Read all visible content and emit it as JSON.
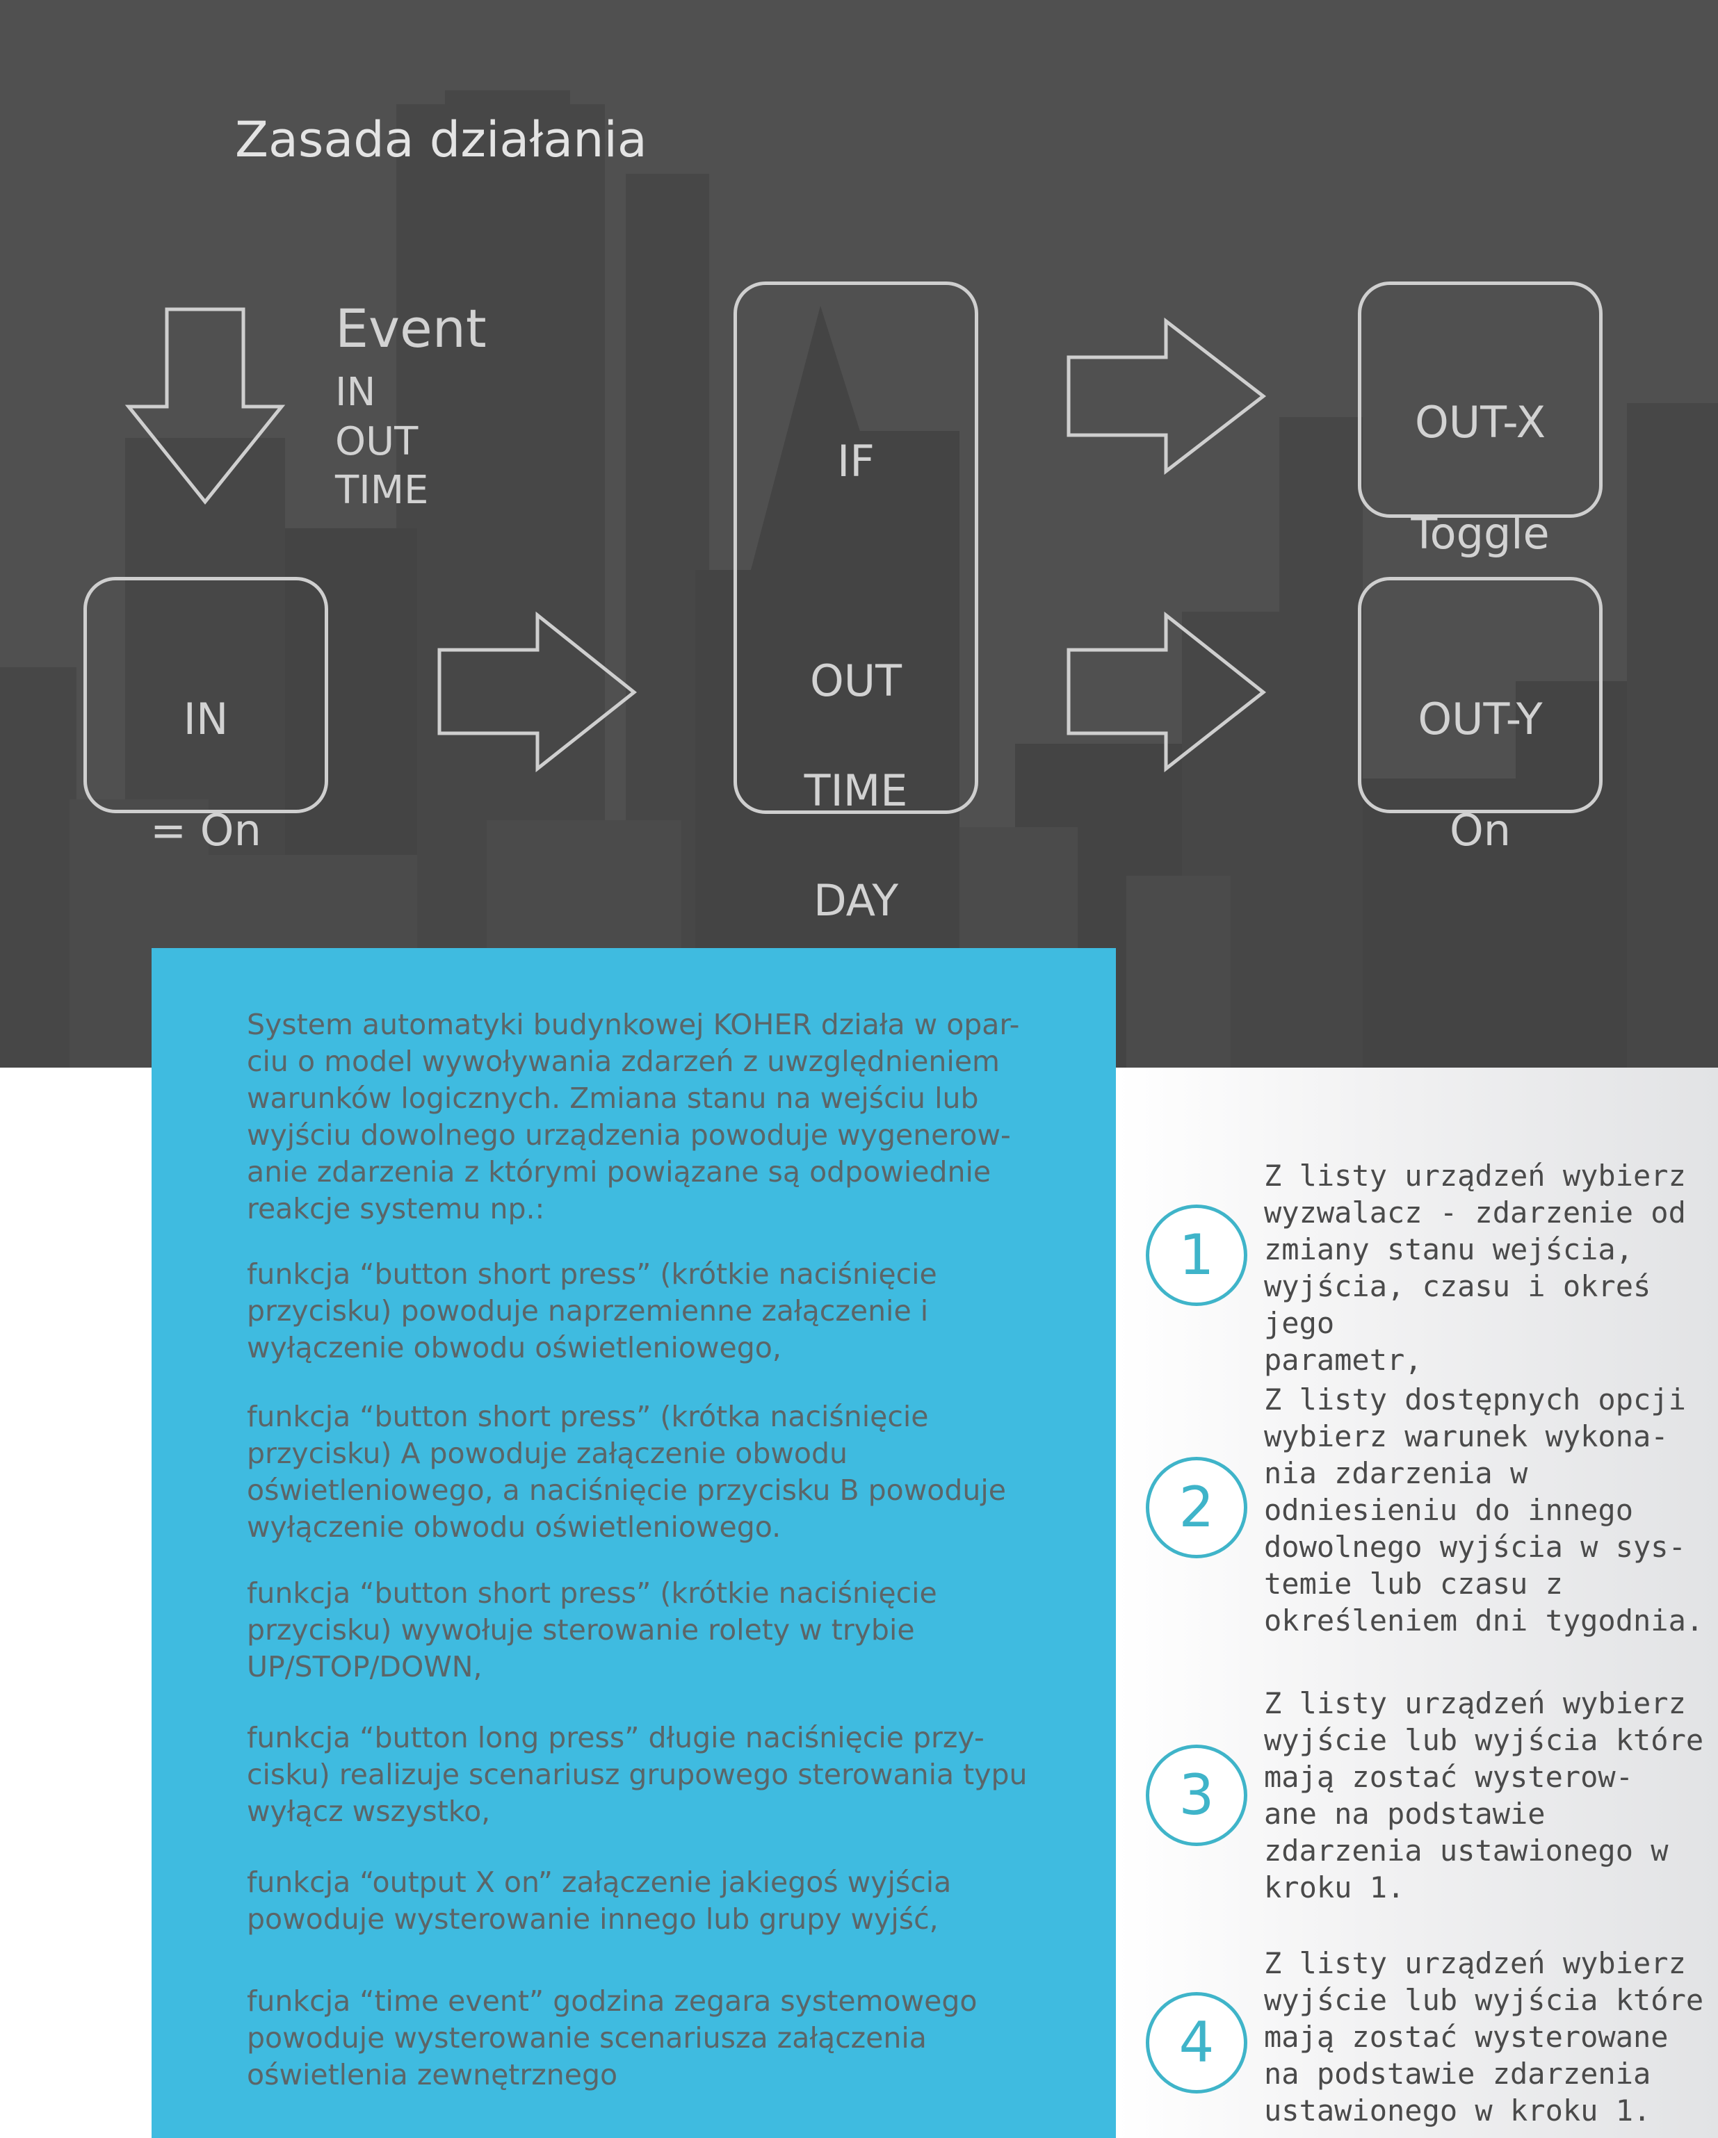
{
  "header": {
    "title": "Zasada działania"
  },
  "flow": {
    "event": {
      "title": "Event",
      "lines": [
        "IN",
        "OUT",
        "TIME"
      ]
    },
    "input_box": {
      "line1": "IN",
      "line2": "= On"
    },
    "condition_box": {
      "line1": "IF",
      "line2": "OUT",
      "line3": "TIME",
      "line4": "DAY",
      "line5": "= ?"
    },
    "output_x": {
      "line1": "OUT-X",
      "line2": "Toggle"
    },
    "output_y": {
      "line1": "OUT-Y",
      "line2": "On"
    }
  },
  "description": {
    "intro": "System automatyki budynkowej KOHER działa w opar-\nciu o model wywoływania zdarzeń z uwzględnieniem\nwarunków logicznych. Zmiana stanu na wejściu lub\nwyjściu dowolnego urządzenia powoduje wygenerow-\nanie zdarzenia z którymi powiązane są odpowiednie\nreakcje systemu np.:",
    "examples": [
      "   funkcja “button short press” (krótkie naciśnięcie\nprzycisku) powoduje naprzemienne załączenie i\nwyłączenie obwodu oświetleniowego,",
      "   funkcja “button short press” (krótka naciśnięcie\nprzycisku) A powoduje załączenie obwodu\noświetleniowego, a naciśnięcie przycisku B powoduje\nwyłączenie obwodu oświetleniowego.",
      "   funkcja “button short press” (krótkie naciśnięcie\nprzycisku) wywołuje sterowanie rolety w trybie\nUP/STOP/DOWN,",
      "   funkcja “button long press” długie naciśnięcie przy-\ncisku) realizuje scenariusz grupowego sterowania typu\nwyłącz wszystko,",
      "   funkcja “output X on” załączenie jakiegoś wyjścia\npowoduje wysterowanie innego lub grupy wyjść,",
      "   funkcja “time event” godzina zegara systemowego\npowoduje wysterowanie scenariusza załączenia\noświetlenia zewnętrznego"
    ]
  },
  "steps": [
    {
      "number": "1",
      "text": "Z listy urządzeń wybierz\nwyzwalacz - zdarzenie od\nzmiany stanu wejścia,\nwyjścia, czasu i okreś jego\nparametr,"
    },
    {
      "number": "2",
      "text": "Z listy dostępnych opcji\nwybierz warunek wykona-\nnia zdarzenia w\nodniesieniu do innego\ndowolnego wyjścia w sys-\ntemie lub czasu z\nokreśleniem dni tygodnia."
    },
    {
      "number": "3",
      "text": "Z listy urządzeń wybierz\nwyjście lub wyjścia które\nmają zostać wysterow-\nane na podstawie\nzdarzenia ustawionego w\nkroku 1."
    },
    {
      "number": "4",
      "text": "Z listy urządzeń wybierz\nwyjście lub wyjścia które\nmają zostać wysterowane\nna podstawie zdarzenia\nustawionego w kroku 1."
    }
  ],
  "colors": {
    "hero_background": "#505050",
    "panel_blue": "#3fbbe0",
    "step_accent": "#3fb4c9",
    "flow_stroke": "#cfcfcf"
  }
}
